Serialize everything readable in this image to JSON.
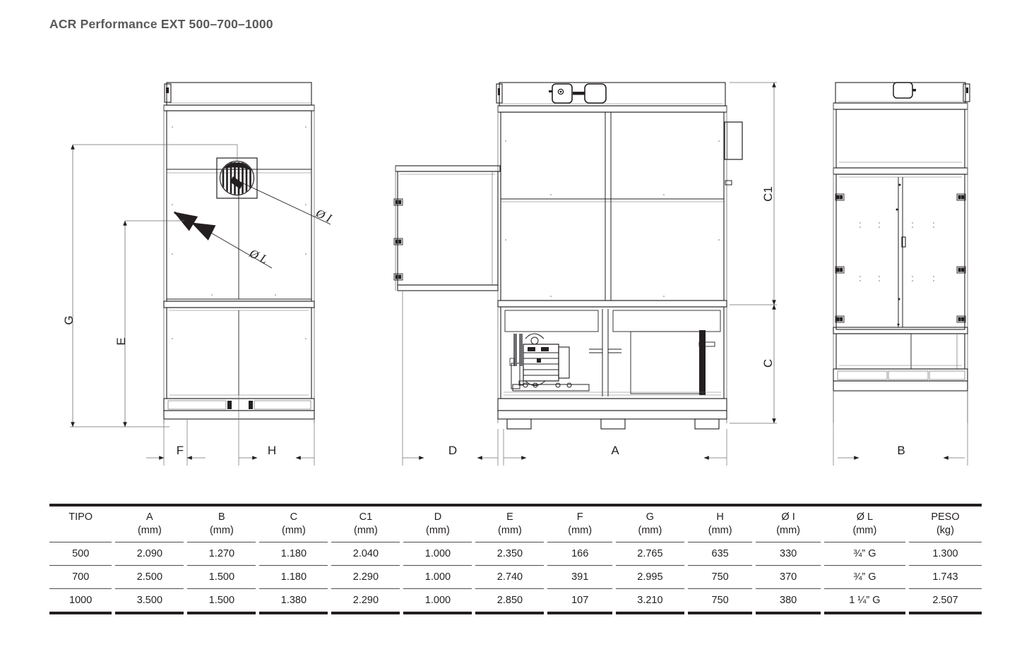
{
  "title": "ACR Performance EXT 500–700–1000",
  "drawing": {
    "views": [
      {
        "name": "left-view",
        "label": "side-elevation-left"
      },
      {
        "name": "center-view",
        "label": "front-elevation"
      },
      {
        "name": "right-view",
        "label": "side-elevation-right"
      }
    ],
    "dimension_labels": {
      "g": "G",
      "e": "E",
      "f": "F",
      "h": "H",
      "d": "D",
      "a": "A",
      "c1_center": "C1",
      "c1_right": "C1",
      "c_right": "C",
      "b": "B",
      "dia_i": "Ø I",
      "dia_l": "Ø L"
    },
    "colors": {
      "line": "#231f20",
      "thin_line": "#6d6e71",
      "title": "#58595b"
    }
  },
  "table": {
    "columns": [
      {
        "name": "TIPO",
        "unit": ""
      },
      {
        "name": "A",
        "unit": "(mm)"
      },
      {
        "name": "B",
        "unit": "(mm)"
      },
      {
        "name": "C",
        "unit": "(mm)"
      },
      {
        "name": "C1",
        "unit": "(mm)"
      },
      {
        "name": "D",
        "unit": "(mm)"
      },
      {
        "name": "E",
        "unit": "(mm)"
      },
      {
        "name": "F",
        "unit": "(mm)"
      },
      {
        "name": "G",
        "unit": "(mm)"
      },
      {
        "name": "H",
        "unit": "(mm)"
      },
      {
        "name": "Ø I",
        "unit": "(mm)"
      },
      {
        "name": "Ø L",
        "unit": "(mm)"
      },
      {
        "name": "PESO",
        "unit": "(kg)"
      }
    ],
    "rows": [
      [
        "500",
        "2.090",
        "1.270",
        "1.180",
        "2.040",
        "1.000",
        "2.350",
        "166",
        "2.765",
        "635",
        "330",
        "¾” G",
        "1.300"
      ],
      [
        "700",
        "2.500",
        "1.500",
        "1.180",
        "2.290",
        "1.000",
        "2.740",
        "391",
        "2.995",
        "750",
        "370",
        "¾” G",
        "1.743"
      ],
      [
        "1000",
        "3.500",
        "1.500",
        "1.380",
        "2.290",
        "1.000",
        "2.850",
        "107",
        "3.210",
        "750",
        "380",
        "1 ¼” G",
        "2.507"
      ]
    ]
  }
}
